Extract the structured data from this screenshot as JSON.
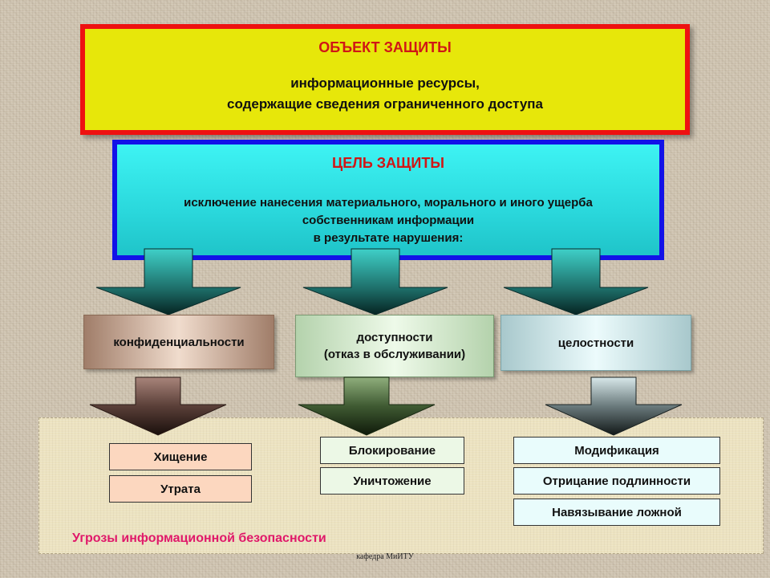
{
  "object": {
    "title": "ОБЪЕКТ ЗАЩИТЫ",
    "lines": [
      "информационные ресурсы,",
      "содержащие сведения ограниченного доступа"
    ]
  },
  "goal": {
    "title": "ЦЕЛЬ ЗАЩИТЫ",
    "lines": [
      "исключение нанесения материального, морального и иного ущерба",
      "собственникам информации",
      "в результате нарушения:"
    ]
  },
  "properties": {
    "confidentiality": "конфиденциальности",
    "availability": [
      "доступности",
      "(отказ в обслуживании)"
    ],
    "integrity": "целостности"
  },
  "threats": {
    "caption": "Угрозы информационной безопасности",
    "confidentiality": [
      "Хищение",
      "Утрата"
    ],
    "availability": [
      "Блокирование",
      "Уничтожение"
    ],
    "integrity": [
      "Модификация",
      "Отрицание подлинности",
      "Навязывание ложной"
    ]
  },
  "footer": "кафедра МиИТУ",
  "colors": {
    "object_fill": "#e7e70a",
    "object_border": "#ee1111",
    "goal_fill": "#2ad8dc",
    "goal_border": "#1212e8",
    "title_text": "#d01616",
    "caption_text": "#e0186a"
  }
}
